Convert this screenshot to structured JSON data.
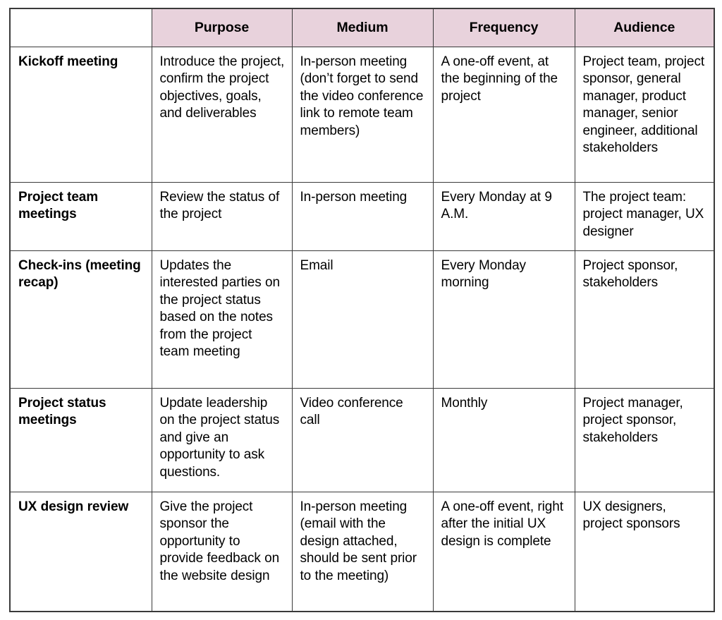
{
  "table": {
    "columns": [
      {
        "key": "label",
        "header": ""
      },
      {
        "key": "purpose",
        "header": "Purpose"
      },
      {
        "key": "medium",
        "header": "Medium"
      },
      {
        "key": "frequency",
        "header": "Frequency"
      },
      {
        "key": "audience",
        "header": "Audience"
      }
    ],
    "header_background": "#e8d2dc",
    "border_color": "#3a3a3a",
    "rows": [
      {
        "label": "Kickoff meeting",
        "purpose": "Introduce the project, confirm the project objectives, goals, and deliverables",
        "medium": "In-person meeting (don’t forget to send the video conference link to remote team members)",
        "frequency": "A one-off event, at the beginning of the project",
        "audience": "Project team, project sponsor, general manager, product manager, senior engineer, additional stakeholders"
      },
      {
        "label": "Project team meetings",
        "purpose": "Review the status of the project",
        "medium": "In-person meeting",
        "frequency": "Every Monday at 9 A.M.",
        "audience": "The project team: project manager, UX designer"
      },
      {
        "label": "Check-ins (meeting recap)",
        "purpose": "Updates the interested parties on the project status based on the notes from the project team meeting",
        "medium": "Email",
        "frequency": "Every Monday morning",
        "audience": "Project sponsor, stakeholders"
      },
      {
        "label": "Project status meetings",
        "purpose": "Update leadership on the project status and give an opportunity to ask questions.",
        "medium": "Video conference call",
        "frequency": "Monthly",
        "audience": "Project manager, project sponsor, stakeholders"
      },
      {
        "label": "UX design review",
        "purpose": "Give the project sponsor the opportunity to provide feedback on the website design",
        "medium": "In-person meeting (email with the design attached, should be sent prior to the meeting)",
        "frequency": "A one-off event, right after the initial UX design is complete",
        "audience": "UX designers, project sponsors"
      }
    ]
  }
}
